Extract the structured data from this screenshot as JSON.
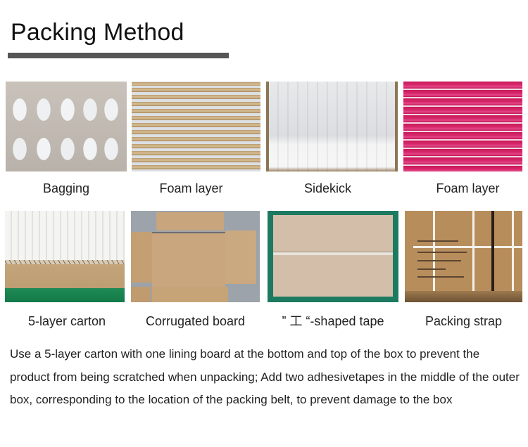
{
  "header": {
    "title": "Packing Method"
  },
  "row1": [
    {
      "caption": "Bagging",
      "image": "bagging-photo"
    },
    {
      "caption": "Foam layer",
      "image": "foam-layer-gold-photo"
    },
    {
      "caption": "Sidekick",
      "image": "sidekick-photo"
    },
    {
      "caption": "Foam layer",
      "image": "foam-layer-pink-photo"
    }
  ],
  "row2": [
    {
      "caption": "5-layer carton",
      "image": "five-layer-carton-photo"
    },
    {
      "caption": "Corrugated board",
      "image": "corrugated-board-photo"
    },
    {
      "caption": "” 工 “-shaped tape",
      "image": "i-shaped-tape-photo"
    },
    {
      "caption": "Packing strap",
      "image": "packing-strap-photo"
    }
  ],
  "description": "Use a 5-layer carton with one lining board at the bottom and top of the box to prevent the product from being scratched when unpacking; Add two adhesivetapes in the middle of the outer box, corresponding to the location of the packing belt, to prevent damage to the box",
  "colors": {
    "title_bar": "#555555",
    "text": "#222222",
    "background": "#ffffff"
  }
}
